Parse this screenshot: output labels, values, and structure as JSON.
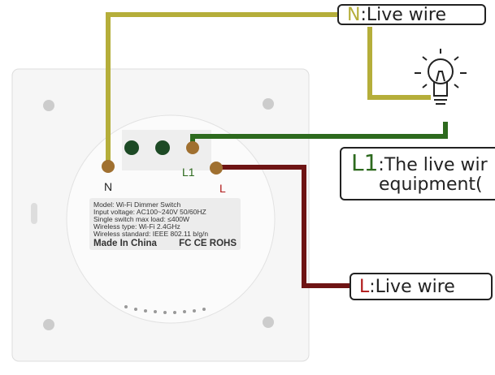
{
  "labels": {
    "n": {
      "code": "N",
      "text": ":Live wire"
    },
    "l1": {
      "code": "L1",
      "line1": ":The live wir",
      "line2": "equipment("
    },
    "l": {
      "code": "L",
      "text": ":Live wire"
    }
  },
  "terminals": {
    "n": "N",
    "l1": "L1",
    "l": "L"
  },
  "product_label": {
    "model": "Model:  Wi-Fi Dimmer Switch",
    "input": "Input voltage:  AC100~240V  50/60HZ",
    "load": "Single switch max load:  ≤400W",
    "wireless_type": "Wireless type:  Wi-Fi 2.4GHz",
    "wireless_std": "Wireless standard:  IEEE 802.11 b/g/n",
    "made": "Made In China",
    "certs": "FC CE ROHS"
  },
  "colors": {
    "neutral": "#b5ae3a",
    "l1": "#2d6a1e",
    "l": "#6e1414"
  }
}
